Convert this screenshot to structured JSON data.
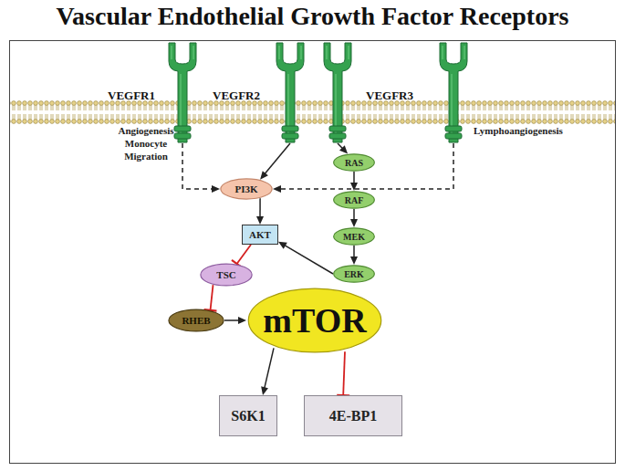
{
  "diagram": {
    "title": "Vascular Endothelial Growth Factor Receptors",
    "nodes": [
      {
        "text": [
          "VEGFR1"
        ]
      },
      {
        "text": [
          "VEGFR2"
        ]
      },
      {
        "text": [
          "VEGFR3"
        ]
      },
      {
        "text": [
          "PI3K"
        ]
      },
      {
        "text": [
          "RAS"
        ]
      },
      {
        "text": [
          "RAF"
        ]
      },
      {
        "text": [
          "MEK"
        ]
      },
      {
        "text": [
          "ERK"
        ]
      },
      {
        "text": [
          "AKT"
        ]
      },
      {
        "text": [
          "TSC"
        ]
      },
      {
        "text": [
          "RHEB"
        ]
      },
      {
        "text": [
          "mTOR"
        ]
      },
      {
        "text": [
          "S6K1"
        ]
      },
      {
        "text": [
          "4E-BP1"
        ]
      }
    ],
    "edges": [
      {
        "from": 0,
        "to": 3,
        "arrow": "to"
      },
      {
        "from": 1,
        "to": 3,
        "arrow": "to"
      },
      {
        "from": 1,
        "to": 4,
        "arrow": "to"
      },
      {
        "from": 2,
        "to": 3,
        "arrow": "to"
      },
      {
        "from": 3,
        "to": 8,
        "arrow": "to"
      },
      {
        "from": 4,
        "to": 5,
        "arrow": "to"
      },
      {
        "from": 5,
        "to": 6,
        "arrow": "to"
      },
      {
        "from": 6,
        "to": 7,
        "arrow": "to"
      },
      {
        "from": 7,
        "to": 8,
        "arrow": "to"
      },
      {
        "from": 8,
        "to": 9,
        "arrow": "to"
      },
      {
        "from": 9,
        "to": 10,
        "arrow": "to"
      },
      {
        "from": 10,
        "to": 11,
        "arrow": "to"
      },
      {
        "from": 11,
        "to": 12,
        "arrow": "to"
      },
      {
        "from": 11,
        "to": 13,
        "arrow": "to"
      }
    ],
    "labels": [
      "Angiogenesis",
      "Monocyte Migration",
      "Lymphoangiogenesis"
    ]
  }
}
